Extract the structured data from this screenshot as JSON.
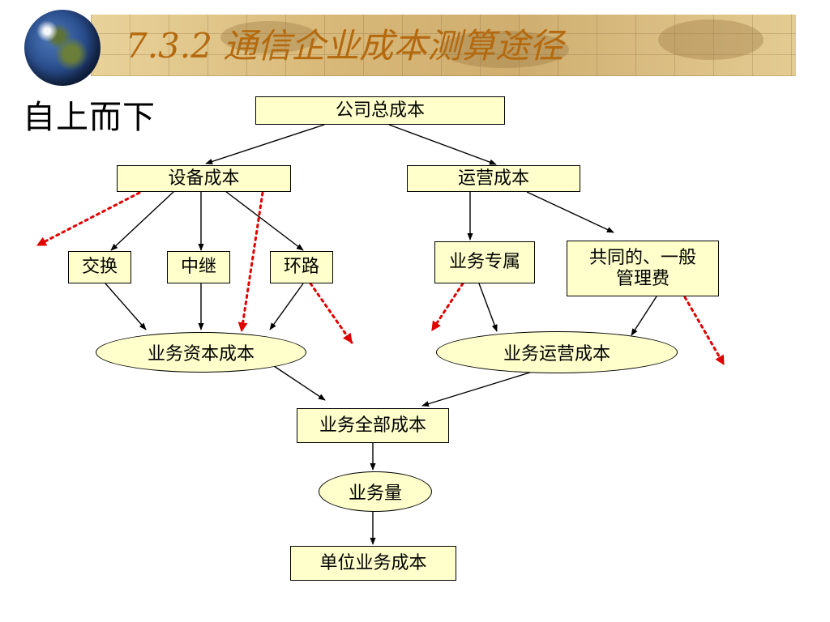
{
  "slide": {
    "title": "7.3.2  通信企业成本测算途径",
    "subtitle": "自上而下"
  },
  "colors": {
    "title_text": "#b4690e",
    "node_fill": "#ffffcc",
    "arrow": "#000000",
    "dotted_arrow": "#e00000"
  },
  "icons": [
    "globe-icon"
  ],
  "nodes": {
    "total_cost": "公司总成本",
    "equipment_cost": "设备成本",
    "operating_cost": "运营成本",
    "switching": "交换",
    "relay": "中继",
    "loop": "环路",
    "service_dedicated": "业务专属",
    "shared_overhead": "共同的、一般\n管理费",
    "service_capital_cost": "业务资本成本",
    "service_operating_cost": "业务运营成本",
    "service_total_cost": "业务全部成本",
    "service_volume": "业务量",
    "unit_service_cost": "单位业务成本"
  }
}
